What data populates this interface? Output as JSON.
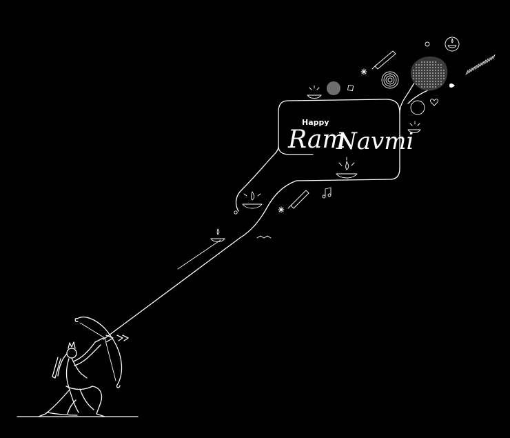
{
  "greeting": {
    "small_word": "Happy",
    "script_word_1": "Ram",
    "script_word_2": "Navmi"
  },
  "colors": {
    "background": "#000000",
    "line": "#ffffff",
    "accent_gray": "#6e6e6e"
  },
  "icons": [
    "archer-figure-icon",
    "bow-icon",
    "arrow-icon",
    "diya-lamp-icon",
    "firecracker-rocket-icon",
    "spiral-circle-icon",
    "music-note-icon",
    "heart-icon",
    "halftone-blob-icon"
  ]
}
